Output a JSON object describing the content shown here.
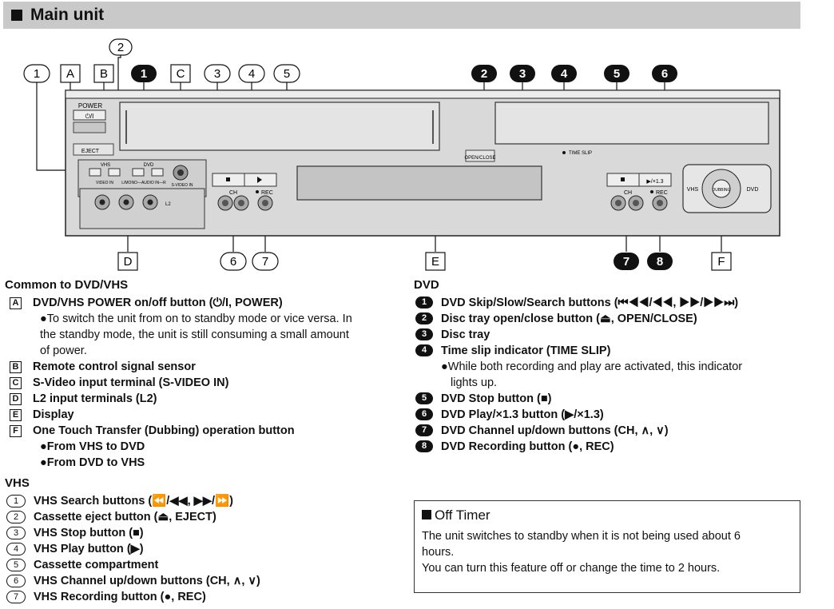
{
  "header": {
    "title": "Main unit"
  },
  "diagram": {
    "top_labels_left": [
      "1",
      "A",
      "B",
      "1",
      "C",
      "3",
      "4",
      "5"
    ],
    "label_2_left": "2",
    "top_labels_right": [
      "2",
      "3",
      "4",
      "5",
      "6"
    ],
    "bottom_labels_left": [
      "D",
      "6",
      "7"
    ],
    "bottom_label_mid": "E",
    "bottom_labels_right": [
      "7",
      "8",
      "F"
    ],
    "panel_text": {
      "power": "POWER",
      "power_sym": "⏻/I",
      "eject": "EJECT",
      "vhs": "VHS",
      "dvd": "DVD",
      "video_in": "VIDEO IN",
      "audio_in": "L/MONO—AUDIO IN—R",
      "svideo_in": "S-VIDEO IN",
      "l2": "L2",
      "ch": "CH",
      "rec": "REC",
      "open_close": "OPEN/CLOSE",
      "time_slip": "TIME SLIP",
      "play13": "▶/×1.3",
      "vhs_side": "VHS",
      "dvd_side": "DVD",
      "dubbing": "DUBBING"
    }
  },
  "common": {
    "heading": "Common to DVD/VHS",
    "items": [
      {
        "key": "A",
        "label": "DVD/VHS POWER on/off button (⏻/I, POWER)"
      },
      {
        "key": "B",
        "label": "Remote control signal sensor"
      },
      {
        "key": "C",
        "label": "S-Video input terminal (S-VIDEO IN)"
      },
      {
        "key": "D",
        "label": "L2 input terminals (L2)"
      },
      {
        "key": "E",
        "label": "Display"
      },
      {
        "key": "F",
        "label": "One Touch Transfer (Dubbing) operation button"
      }
    ],
    "note_a_1": "●To switch the unit from on to standby mode or vice versa. In",
    "note_a_2": "the standby mode, the unit is still consuming a small amount",
    "note_a_3": "of power.",
    "note_f_1": "●From VHS to DVD",
    "note_f_2": "●From DVD to VHS"
  },
  "vhs": {
    "heading": "VHS",
    "items": [
      {
        "key": "1",
        "label": "VHS Search buttons (⏪/◀◀, ▶▶/⏩)"
      },
      {
        "key": "2",
        "label": "Cassette eject button (⏏, EJECT)"
      },
      {
        "key": "3",
        "label": "VHS Stop button (■)"
      },
      {
        "key": "4",
        "label": "VHS Play button (▶)"
      },
      {
        "key": "5",
        "label": "Cassette compartment"
      },
      {
        "key": "6",
        "label": "VHS Channel up/down buttons (CH, ∧, ∨)"
      },
      {
        "key": "7",
        "label": "VHS Recording button (●, REC)"
      }
    ]
  },
  "dvd": {
    "heading": "DVD",
    "items": [
      {
        "key": "1",
        "label": "DVD Skip/Slow/Search buttons (⏮◀◀/◀◀, ▶▶/▶▶⏭)"
      },
      {
        "key": "2",
        "label": "Disc tray open/close button (⏏, OPEN/CLOSE)"
      },
      {
        "key": "3",
        "label": "Disc tray"
      },
      {
        "key": "4",
        "label": "Time slip indicator (TIME SLIP)"
      },
      {
        "key": "5",
        "label": "DVD Stop button (■)"
      },
      {
        "key": "6",
        "label": "DVD Play/×1.3 button (▶/×1.3)"
      },
      {
        "key": "7",
        "label": "DVD Channel up/down buttons (CH, ∧, ∨)"
      },
      {
        "key": "8",
        "label": "DVD Recording button (●, REC)"
      }
    ],
    "note_4_1": "●While both recording and play are activated, this indicator",
    "note_4_2": "lights up."
  },
  "off_timer": {
    "title": "Off Timer",
    "line1": "The unit switches to standby when it is not being used about 6",
    "line2": "hours.",
    "line3": "You can turn this feature off or change the time to 2 hours."
  }
}
